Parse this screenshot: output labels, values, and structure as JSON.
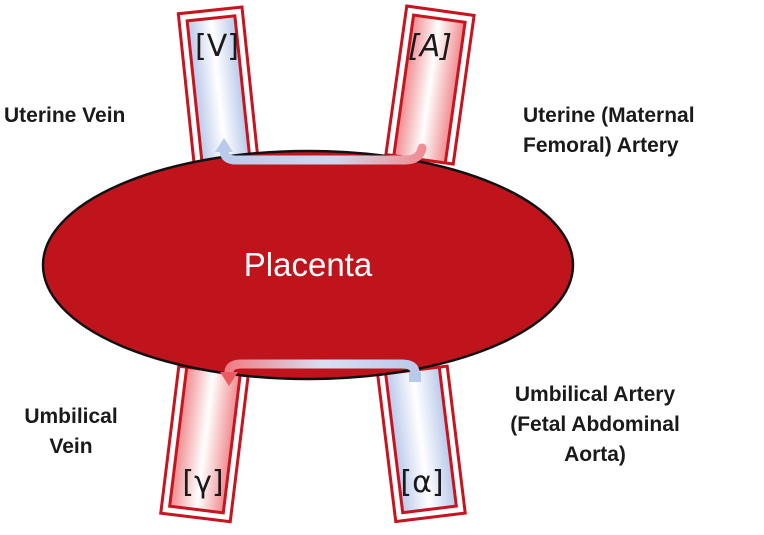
{
  "diagram": {
    "center_label": "Placenta",
    "vessels": {
      "uterine_vein": {
        "symbol": "[V]",
        "label_lines": [
          "Uterine Vein"
        ]
      },
      "uterine_artery": {
        "symbol": "[A]",
        "label_lines": [
          "Uterine (Maternal",
          "Femoral) Artery"
        ]
      },
      "umbilical_vein": {
        "symbol": "[γ]",
        "label_lines": [
          "Umbilical",
          "Vein"
        ]
      },
      "umbilical_artery": {
        "symbol": "[α]",
        "label_lines": [
          "Umbilical Artery",
          "(Fetal Abdominal",
          "Aorta)"
        ]
      }
    }
  },
  "colors": {
    "placenta_fill": "#c0141c",
    "vessel_border": "#c8141f",
    "venous_blue": "#b9c9ea",
    "arterial_red": "#e8484e",
    "label_text": "#1a1a1a",
    "placenta_text": "#ffffff"
  }
}
